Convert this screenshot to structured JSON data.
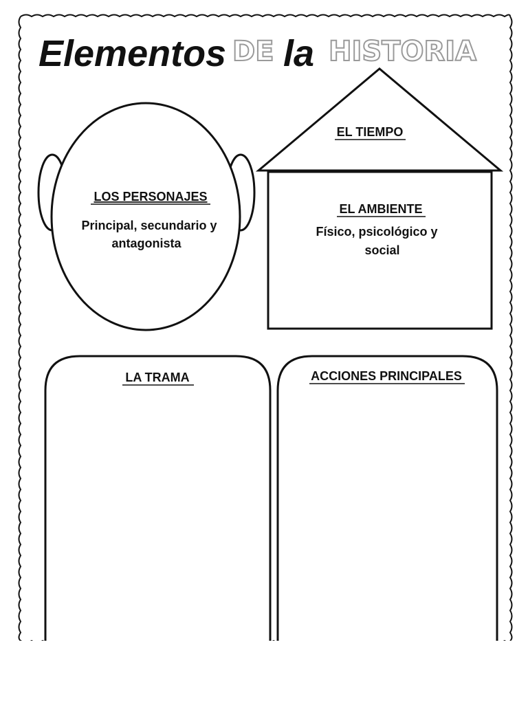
{
  "worksheet": {
    "title": {
      "part1": "Elementos",
      "part2": "DE",
      "part3": "la",
      "part4": "HISTORIA"
    },
    "characters": {
      "heading": "LOS PERSONAJES",
      "line1": "Principal, secundario y",
      "line2": "antagonista"
    },
    "time": {
      "heading": "EL TIEMPO"
    },
    "setting": {
      "heading": "EL AMBIENTE",
      "line1": "Físico, psicológico y",
      "line2": "social"
    },
    "plot": {
      "heading": "LA TRAMA"
    },
    "main_actions": {
      "heading": "ACCIONES PRINCIPALES"
    }
  },
  "colors": {
    "ink": "#111111",
    "outline_gray": "#9a9a9a",
    "paper": "#ffffff"
  }
}
